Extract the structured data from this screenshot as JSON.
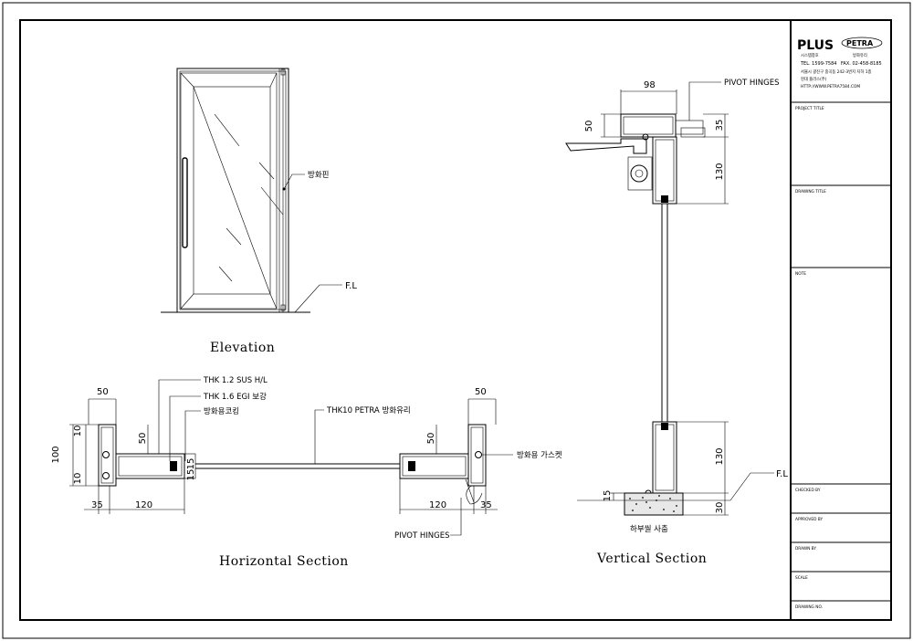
{
  "views": {
    "elevation": {
      "title": "Elevation",
      "callout_fire_pin": "방화핀",
      "floor_level": "F.L"
    },
    "horizontal": {
      "title": "Horizontal Section",
      "callout_sus": "THK 1.2 SUS H/L",
      "callout_egi": "THK 1.6 EGI 보강",
      "callout_coating": "방화용코킹",
      "callout_glass": "THK10 PETRA 방화유리",
      "callout_gasket": "방화용 가스켓",
      "callout_pivot": "PIVOT HINGES",
      "dims": {
        "left_top": "50",
        "right_top": "50",
        "left_inner": "50",
        "right_inner": "50",
        "height_total": "100",
        "height_a": "10",
        "height_b": "10",
        "left_w1": "35",
        "left_w2": "120",
        "right_w1": "120",
        "right_w2": "35",
        "gap1": "15",
        "gap2": "15"
      }
    },
    "vertical": {
      "title": "Vertical Section",
      "callout_pivot": "PIVOT HINGES",
      "floor_level": "F.L",
      "callout_sill": "하부씰 사춤",
      "dims": {
        "top_w": "98",
        "top_h": "50",
        "top_r": "35",
        "top_frame": "130",
        "bot_frame": "130",
        "bot_gap": "15",
        "bot_floor": "30"
      }
    }
  },
  "title_block": {
    "brand_left": "PLUS",
    "brand_left_sub": "시스템창호",
    "brand_right": "PETRA",
    "brand_right_sub": "방화유리",
    "tel": "TEL. 1599-7584",
    "fax": "FAX. 02-458-8185",
    "address": "서울시 광진구 중곡동 242-3번지 지하 1층",
    "company": "현대 플러스(주)",
    "url": "HTTP://WWW.PETRA7584.COM",
    "rows": [
      "PROJECT TITLE",
      "DRAWING TITLE",
      "NOTE",
      "CHECKED BY",
      "APPROVED BY",
      "DRAWN BY",
      "SCALE",
      "DRAWING NO."
    ]
  }
}
